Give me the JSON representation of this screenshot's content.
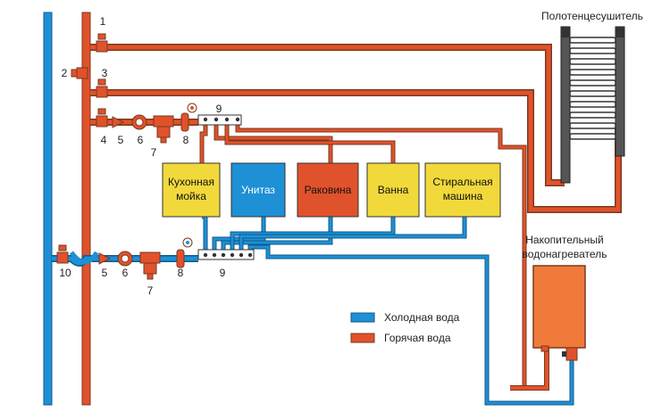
{
  "titles": {
    "towel_dryer": "Полотенцесушитель",
    "water_heater": [
      "Накопительный",
      "водонагреватель"
    ]
  },
  "fixtures": [
    {
      "id": "kitchen",
      "lines": [
        "Кухонная",
        "мойка"
      ],
      "color": "#f2d93b"
    },
    {
      "id": "toilet",
      "lines": [
        "Унитаз"
      ],
      "color": "#1e90d6"
    },
    {
      "id": "sink",
      "lines": [
        "Раковина"
      ],
      "color": "#e0522c"
    },
    {
      "id": "bath",
      "lines": [
        "Ванна"
      ],
      "color": "#f2d93b"
    },
    {
      "id": "washer",
      "lines": [
        "Стиральная",
        "машина"
      ],
      "color": "#f2d93b"
    }
  ],
  "legend": {
    "cold": {
      "label": "Холодная вода",
      "color": "#1e90d6"
    },
    "hot": {
      "label": "Горячая вода",
      "color": "#e0522c"
    }
  },
  "numbers": {
    "n1": "1",
    "n2": "2",
    "n3": "3",
    "n4": "4",
    "n5": "5",
    "n6": "6",
    "n7": "7",
    "n8": "8",
    "n9": "9",
    "n10": "10",
    "n5b": "5",
    "n6b": "6",
    "n7b": "7",
    "n8b": "8",
    "n9b": "9"
  },
  "colors": {
    "hot": "#e0522c",
    "cold": "#1e90d6",
    "outline": "#7a3a1e",
    "heater": "#f07a3a"
  }
}
